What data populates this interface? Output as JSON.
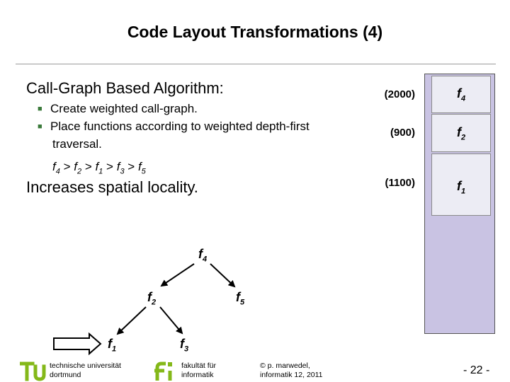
{
  "title": "Code Layout Transformations (4)",
  "heading": "Call-Graph Based Algorithm:",
  "bullets": [
    "Create weighted call-graph.",
    "Place functions according to weighted depth-first"
  ],
  "bullet2_cont": "traversal.",
  "order": {
    "f4": "f",
    "s4": "4",
    "gt1": " > ",
    "f2": "f",
    "s2": "2",
    "gt2": " > ",
    "f1": "f",
    "s1": "1",
    "gt3": " > ",
    "f3": "f",
    "s3": "3",
    "gt4": " > ",
    "f5": "f",
    "s5": "5"
  },
  "conclusion": "Increases spatial locality.",
  "sizes": [
    "(2000)",
    "(900)",
    "(1100)"
  ],
  "memory": [
    {
      "f": "f",
      "sub": "4"
    },
    {
      "f": "f",
      "sub": "2"
    },
    {
      "f": "f",
      "sub": "1"
    }
  ],
  "tree": {
    "n4": {
      "f": "f",
      "sub": "4"
    },
    "n2": {
      "f": "f",
      "sub": "2"
    },
    "n5": {
      "f": "f",
      "sub": "5"
    },
    "n1": {
      "f": "f",
      "sub": "1"
    },
    "n3": {
      "f": "f",
      "sub": "3"
    }
  },
  "footer": {
    "uni_line1": "technische universität",
    "uni_line2": "dortmund",
    "fac_line1": "fakultät für",
    "fac_line2": "informatik",
    "copy_line1": "© p. marwedel,",
    "copy_line2": "informatik 12, 2011",
    "page": "-  22 -"
  },
  "colors": {
    "logo_green": "#84b819",
    "memory_fill": "#c9c3e3",
    "bullet_mark": "#3a7a3a"
  }
}
